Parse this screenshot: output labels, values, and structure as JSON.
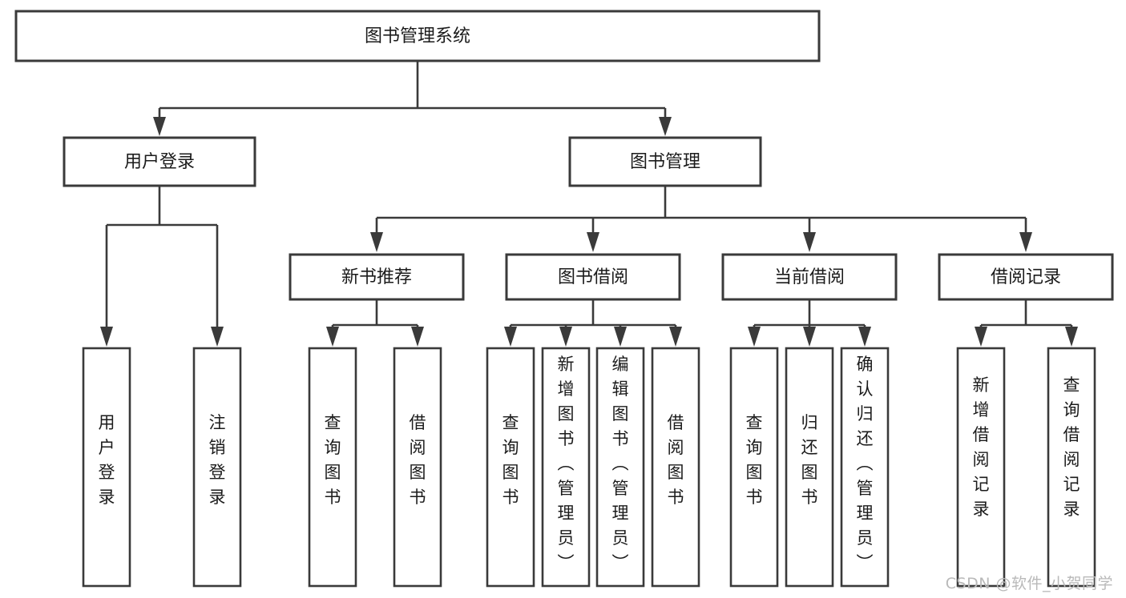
{
  "diagram": {
    "title": "图书管理系统",
    "watermark": "CSDN @软件_小贺同学",
    "colors": {
      "stroke": "#3a3a3a",
      "fill": "#ffffff",
      "text": "#1b1b1b",
      "watermark": "#b9b9b9"
    },
    "root": {
      "id": "root",
      "label": "图书管理系统"
    },
    "level2": [
      {
        "id": "user-login",
        "label": "用户登录"
      },
      {
        "id": "book-manage",
        "label": "图书管理"
      }
    ],
    "level3": [
      {
        "id": "new-book-recommend",
        "label": "新书推荐"
      },
      {
        "id": "book-borrow",
        "label": "图书借阅"
      },
      {
        "id": "current-borrow",
        "label": "当前借阅"
      },
      {
        "id": "borrow-record",
        "label": "借阅记录"
      }
    ],
    "leaves": {
      "user_login": [
        {
          "id": "leaf-user-login",
          "label": "用户登录"
        },
        {
          "id": "leaf-user-logout",
          "label": "注销登录"
        }
      ],
      "new_book_recommend": [
        {
          "id": "leaf-query-book-1",
          "label": "查询图书"
        },
        {
          "id": "leaf-borrow-book-1",
          "label": "借阅图书"
        }
      ],
      "book_borrow": [
        {
          "id": "leaf-query-book-2",
          "label": "查询图书"
        },
        {
          "id": "leaf-add-book",
          "label": "新增图书（管理员）"
        },
        {
          "id": "leaf-edit-book",
          "label": "编辑图书（管理员）"
        },
        {
          "id": "leaf-borrow-book-2",
          "label": "借阅图书"
        }
      ],
      "current_borrow": [
        {
          "id": "leaf-query-book-3",
          "label": "查询图书"
        },
        {
          "id": "leaf-return-book",
          "label": "归还图书"
        },
        {
          "id": "leaf-confirm-return",
          "label": "确认归还（管理员）"
        }
      ],
      "borrow_record": [
        {
          "id": "leaf-add-record",
          "label": "新增借阅记录"
        },
        {
          "id": "leaf-query-record",
          "label": "查询借阅记录"
        }
      ]
    }
  }
}
